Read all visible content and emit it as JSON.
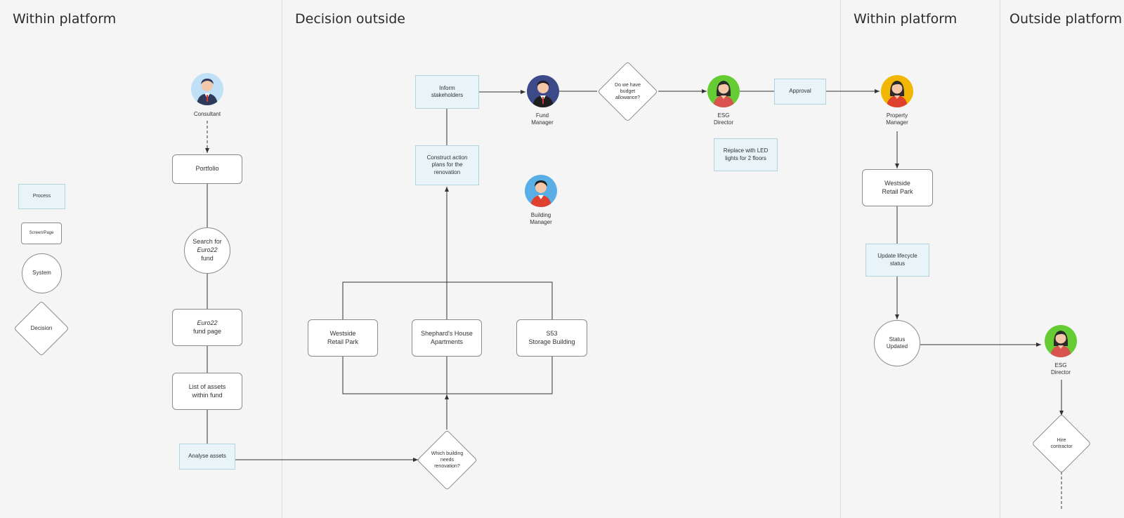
{
  "lanes": {
    "within_platform_1": "Within platform",
    "decision_outside": "Decision outside",
    "within_platform_2": "Within platform",
    "outside_platform": "Outside platform"
  },
  "legend": {
    "process": "Process",
    "screen": "Screen/Page",
    "system": "System",
    "decision": "Decision"
  },
  "people": {
    "consultant": "Consultant",
    "fund_manager": [
      "Fund",
      "Manager"
    ],
    "building_manager": [
      "Building",
      "Manager"
    ],
    "esg_director_1": [
      "ESG",
      "Director"
    ],
    "property_manager": [
      "Property",
      "Manager"
    ],
    "esg_director_2": [
      "ESG",
      "Director"
    ]
  },
  "nodes": {
    "portfolio": "Portfolio",
    "search_fund": [
      "Search for",
      "Euro22",
      "fund"
    ],
    "fund_page": [
      "Euro22",
      "fund page"
    ],
    "list_assets": [
      "List of assets",
      "within fund"
    ],
    "analyse_assets": "Analyse assets",
    "which_building": [
      "Which building",
      "needs",
      "renovation?"
    ],
    "westside_1": [
      "Westside",
      "Retail Park"
    ],
    "shephards": [
      "Shephard's House",
      "Apartments"
    ],
    "s53": [
      "S53",
      "Storage Building"
    ],
    "construct_plans": [
      "Construct action",
      "plans for the",
      "renovation"
    ],
    "inform_stakeholders": [
      "Inform",
      "stakeholders"
    ],
    "budget_decision": [
      "Do we have",
      "budget",
      "allowance?"
    ],
    "replace_led": [
      "Replace with LED",
      "lights for 2 floors"
    ],
    "approval": "Approval",
    "westside_2": [
      "Westside",
      "Retail Park"
    ],
    "update_lifecycle": [
      "Update lifecycle",
      "status"
    ],
    "status_updated": [
      "Status",
      "Updated"
    ],
    "hire_contractor": [
      "Hire",
      "contractor"
    ]
  },
  "colors": {
    "background": "#f5f5f5",
    "process_fill": "#e8f4f8",
    "process_border": "#b5d3de",
    "stroke": "#333333",
    "avatar_blue": "#bfe0f7",
    "avatar_navy": "#3d4a8a",
    "avatar_sky": "#5aaee6",
    "avatar_green": "#66cc33",
    "avatar_yellow": "#f2b705"
  }
}
